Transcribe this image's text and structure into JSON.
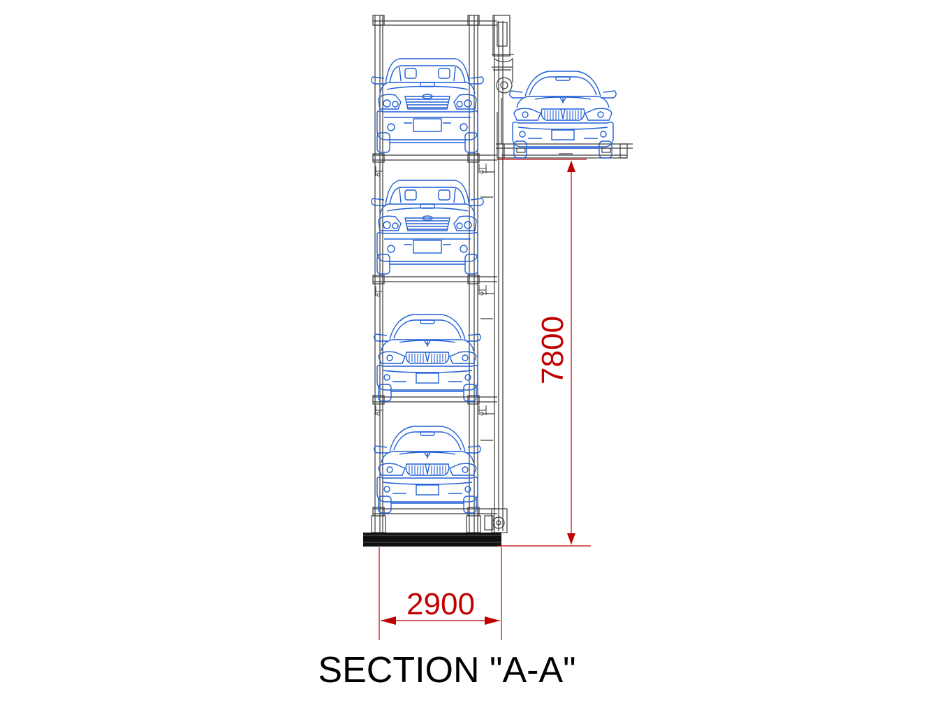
{
  "drawing": {
    "title": "SECTION \"A-A\"",
    "dimensions": {
      "height": "7800",
      "width": "2900"
    },
    "levels": [
      "suv",
      "suv",
      "sedan",
      "sedan"
    ],
    "lift_platform_car": "sedan",
    "colors": {
      "car_line": "#1f5fd6",
      "frame_line": "#3a3a3a",
      "dimension": "#c00000",
      "text": "#000000"
    }
  }
}
